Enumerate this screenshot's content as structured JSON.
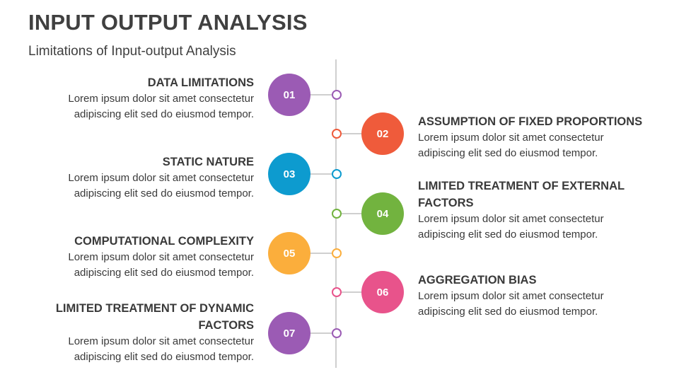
{
  "title": "INPUT OUTPUT ANALYSIS",
  "subtitle": "Limitations of Input-output Analysis",
  "items": [
    {
      "number": "01",
      "heading": "DATA LIMITATIONS",
      "desc1": "Lorem ipsum dolor sit amet consectetur",
      "desc2": "adipiscing elit sed do eiusmod tempor.",
      "color": "#9b5bb4"
    },
    {
      "number": "02",
      "heading": "ASSUMPTION OF FIXED PROPORTIONS",
      "desc1": "Lorem ipsum dolor sit amet consectetur",
      "desc2": "adipiscing elit sed do eiusmod tempor.",
      "color": "#ef5b3b"
    },
    {
      "number": "03",
      "heading": "STATIC NATURE",
      "desc1": "Lorem ipsum dolor sit amet consectetur",
      "desc2": "adipiscing elit sed do eiusmod tempor.",
      "color": "#0d9bcf"
    },
    {
      "number": "04",
      "heading1": "LIMITED TREATMENT OF EXTERNAL",
      "heading2": "FACTORS",
      "desc1": "Lorem ipsum dolor sit amet consectetur",
      "desc2": "adipiscing elit sed do eiusmod tempor.",
      "color": "#72b33f"
    },
    {
      "number": "05",
      "heading": "COMPUTATIONAL COMPLEXITY",
      "desc1": "Lorem ipsum dolor sit amet consectetur",
      "desc2": "adipiscing elit sed do eiusmod tempor.",
      "color": "#fbae3c"
    },
    {
      "number": "06",
      "heading": "AGGREGATION BIAS",
      "desc1": "Lorem ipsum dolor sit amet consectetur",
      "desc2": "adipiscing elit sed do eiusmod tempor.",
      "color": "#e8538b"
    },
    {
      "number": "07",
      "heading1": "LIMITED TREATMENT OF DYNAMIC",
      "heading2": "FACTORS",
      "desc1": "Lorem ipsum dolor sit amet consectetur",
      "desc2": "adipiscing elit sed do eiusmod tempor.",
      "color": "#9b5bb4"
    }
  ]
}
